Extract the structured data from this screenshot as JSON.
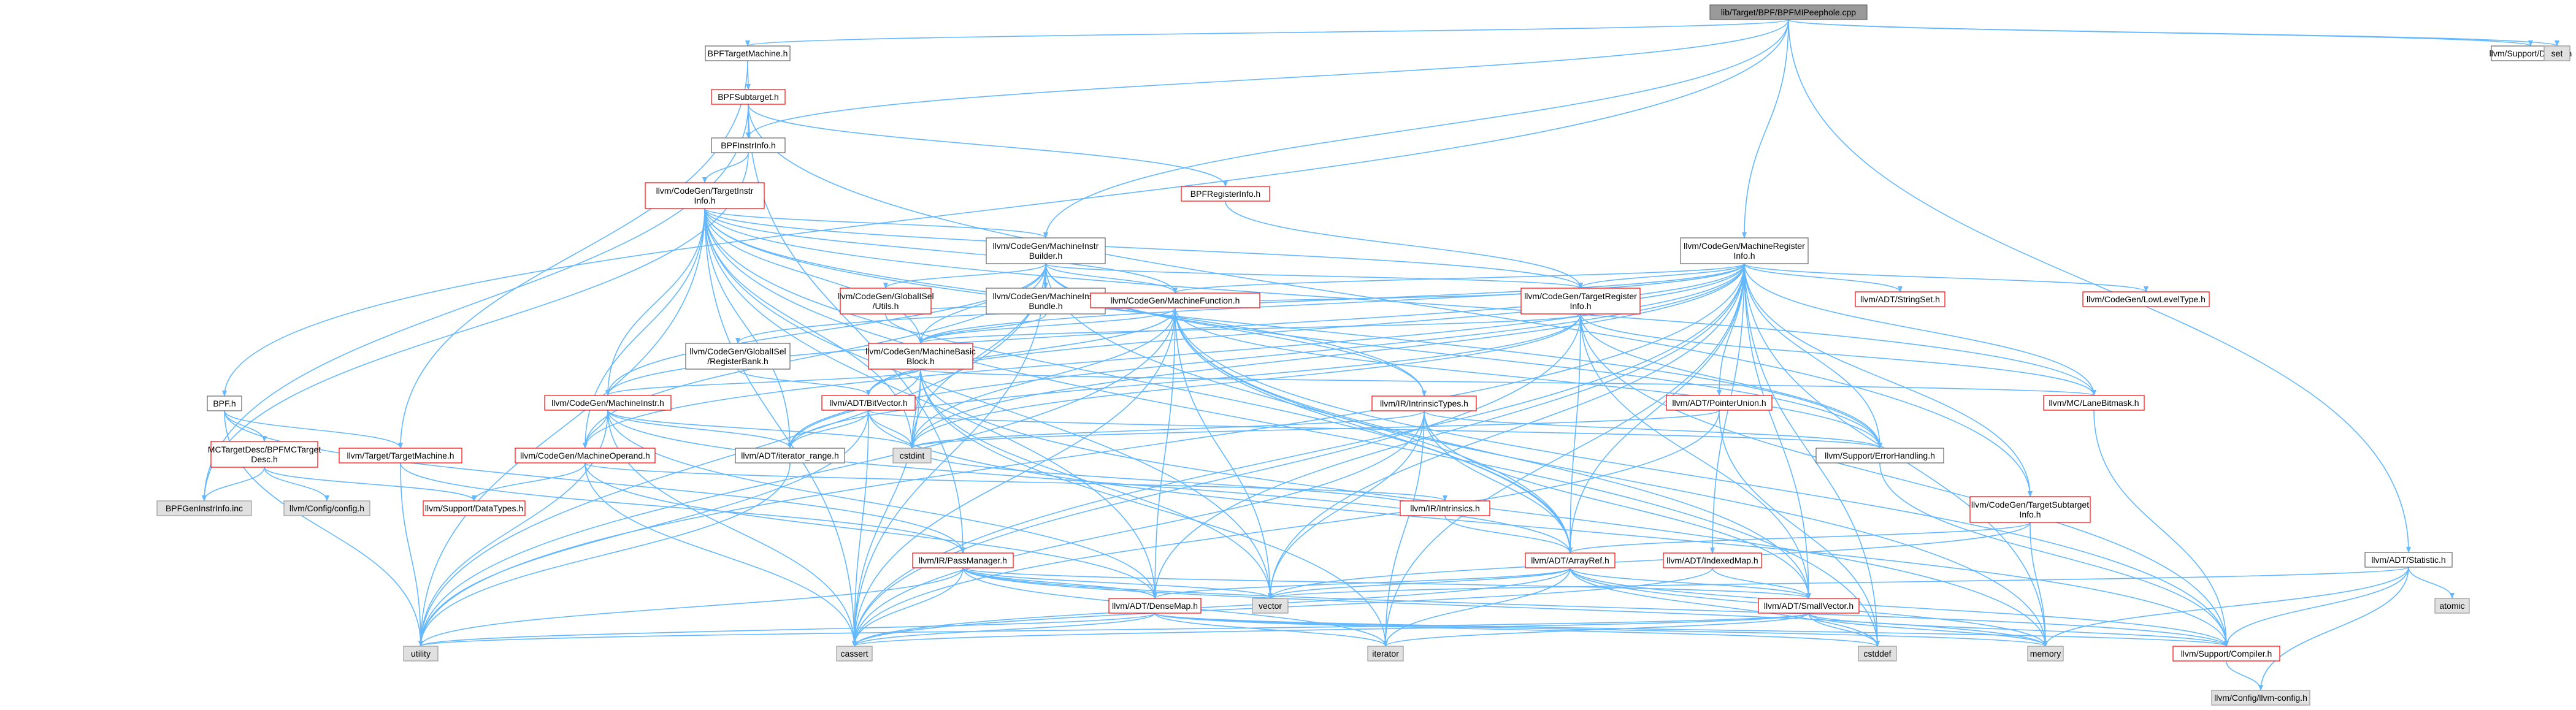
{
  "title": "lib/Target/BPF/BPFMIPeephole.cpp",
  "colors": {
    "edge": "#63b8ff",
    "root_fill": "#999999",
    "root_border": "#666666",
    "normal_fill": "#ffffff",
    "normal_border": "#666666",
    "linked_border": "#ff0000",
    "system_fill": "#e0e0e0",
    "system_border": "#999999"
  },
  "nodes": [
    {
      "id": "root",
      "label": "lib/Target/BPF/BPFMIPeephole.cpp",
      "kind": "root"
    },
    {
      "id": "bpftm",
      "label": "BPFTargetMachine.h",
      "kind": "normal"
    },
    {
      "id": "bpfsub",
      "label": "BPFSubtarget.h",
      "kind": "linked"
    },
    {
      "id": "bpfinstr",
      "label": "BPFInstrInfo.h",
      "kind": "normal"
    },
    {
      "id": "tii",
      "label": "llvm/CodeGen/TargetInstr\nInfo.h",
      "kind": "linked"
    },
    {
      "id": "bpfreg",
      "label": "BPFRegisterInfo.h",
      "kind": "linked"
    },
    {
      "id": "mib",
      "label": "llvm/CodeGen/MachineInstr\nBuilder.h",
      "kind": "normal"
    },
    {
      "id": "mri",
      "label": "llvm/CodeGen/MachineRegister\nInfo.h",
      "kind": "normal"
    },
    {
      "id": "debug",
      "label": "llvm/Support/Debug.h",
      "kind": "normal"
    },
    {
      "id": "set",
      "label": "set",
      "kind": "system"
    },
    {
      "id": "gisel",
      "label": "llvm/CodeGen/GlobalISel\n/Utils.h",
      "kind": "linked"
    },
    {
      "id": "mibundle",
      "label": "llvm/CodeGen/MachineInstr\nBundle.h",
      "kind": "normal"
    },
    {
      "id": "mf",
      "label": "llvm/CodeGen/MachineFunction.h",
      "kind": "linked"
    },
    {
      "id": "tri",
      "label": "llvm/CodeGen/TargetRegister\nInfo.h",
      "kind": "linked"
    },
    {
      "id": "strset",
      "label": "llvm/ADT/StringSet.h",
      "kind": "linked"
    },
    {
      "id": "llt",
      "label": "llvm/CodeGen/LowLevelType.h",
      "kind": "linked"
    },
    {
      "id": "rbank",
      "label": "llvm/CodeGen/GlobalISel\n/RegisterBank.h",
      "kind": "normal"
    },
    {
      "id": "mbb",
      "label": "llvm/CodeGen/MachineBasic\nBlock.h",
      "kind": "linked"
    },
    {
      "id": "bpfh",
      "label": "BPF.h",
      "kind": "normal"
    },
    {
      "id": "mi",
      "label": "llvm/CodeGen/MachineInstr.h",
      "kind": "linked"
    },
    {
      "id": "bitvec",
      "label": "llvm/ADT/BitVector.h",
      "kind": "linked"
    },
    {
      "id": "intrtypes",
      "label": "llvm/IR/IntrinsicTypes.h",
      "kind": "linked"
    },
    {
      "id": "ptrunion",
      "label": "llvm/ADT/PointerUnion.h",
      "kind": "linked"
    },
    {
      "id": "lanebit",
      "label": "llvm/MC/LaneBitmask.h",
      "kind": "linked"
    },
    {
      "id": "mcdesc",
      "label": "MCTargetDesc/BPFMCTarget\nDesc.h",
      "kind": "linked"
    },
    {
      "id": "tm",
      "label": "llvm/Target/TargetMachine.h",
      "kind": "linked"
    },
    {
      "id": "mop",
      "label": "llvm/CodeGen/MachineOperand.h",
      "kind": "linked"
    },
    {
      "id": "iterrange",
      "label": "llvm/ADT/iterator_range.h",
      "kind": "normal"
    },
    {
      "id": "cstdint",
      "label": "cstdint",
      "kind": "system"
    },
    {
      "id": "errh",
      "label": "llvm/Support/ErrorHandling.h",
      "kind": "normal"
    },
    {
      "id": "geninc",
      "label": "BPFGenInstrInfo.inc",
      "kind": "system"
    },
    {
      "id": "config",
      "label": "llvm/Config/config.h",
      "kind": "system"
    },
    {
      "id": "datatypes",
      "label": "llvm/Support/DataTypes.h",
      "kind": "linked"
    },
    {
      "id": "intrinsics",
      "label": "llvm/IR/Intrinsics.h",
      "kind": "linked"
    },
    {
      "id": "tsi",
      "label": "llvm/CodeGen/TargetSubtarget\nInfo.h",
      "kind": "linked"
    },
    {
      "id": "statistic",
      "label": "llvm/ADT/Statistic.h",
      "kind": "normal"
    },
    {
      "id": "passmgr",
      "label": "llvm/IR/PassManager.h",
      "kind": "linked"
    },
    {
      "id": "arrayref",
      "label": "llvm/ADT/ArrayRef.h",
      "kind": "linked"
    },
    {
      "id": "idxmap",
      "label": "llvm/ADT/IndexedMap.h",
      "kind": "linked"
    },
    {
      "id": "atomic",
      "label": "atomic",
      "kind": "system"
    },
    {
      "id": "vector",
      "label": "vector",
      "kind": "system"
    },
    {
      "id": "densemap",
      "label": "llvm/ADT/DenseMap.h",
      "kind": "linked"
    },
    {
      "id": "smallvec",
      "label": "llvm/ADT/SmallVector.h",
      "kind": "linked"
    },
    {
      "id": "utility",
      "label": "utility",
      "kind": "system"
    },
    {
      "id": "cassert",
      "label": "cassert",
      "kind": "system"
    },
    {
      "id": "iterator",
      "label": "iterator",
      "kind": "system"
    },
    {
      "id": "cstddef",
      "label": "cstddef",
      "kind": "system"
    },
    {
      "id": "memory",
      "label": "memory",
      "kind": "system"
    },
    {
      "id": "compiler",
      "label": "llvm/Support/Compiler.h",
      "kind": "linked"
    },
    {
      "id": "llvmconfig",
      "label": "llvm/Config/llvm-config.h",
      "kind": "system"
    }
  ],
  "edges": [
    [
      "root",
      "bpftm"
    ],
    [
      "root",
      "bpfinstr"
    ],
    [
      "root",
      "mib"
    ],
    [
      "root",
      "mri"
    ],
    [
      "root",
      "debug"
    ],
    [
      "root",
      "set"
    ],
    [
      "root",
      "bpfh"
    ],
    [
      "root",
      "statistic"
    ],
    [
      "bpftm",
      "bpfsub"
    ],
    [
      "bpftm",
      "tm"
    ],
    [
      "bpfsub",
      "bpfinstr"
    ],
    [
      "bpfsub",
      "bpfreg"
    ],
    [
      "bpfsub",
      "tsi"
    ],
    [
      "bpfsub",
      "geninc"
    ],
    [
      "bpfsub",
      "passmgr"
    ],
    [
      "bpfinstr",
      "tii"
    ],
    [
      "bpfinstr",
      "geninc"
    ],
    [
      "bpfreg",
      "tri"
    ],
    [
      "tii",
      "mib"
    ],
    [
      "tii",
      "mf"
    ],
    [
      "tii",
      "mbb"
    ],
    [
      "tii",
      "mi"
    ],
    [
      "tii",
      "mop"
    ],
    [
      "tii",
      "arrayref"
    ],
    [
      "tii",
      "densemap"
    ],
    [
      "tii",
      "cstdint"
    ],
    [
      "tii",
      "utility"
    ],
    [
      "tii",
      "cassert"
    ],
    [
      "tii",
      "intrtypes"
    ],
    [
      "tii",
      "tri"
    ],
    [
      "tii",
      "errh"
    ],
    [
      "tii",
      "lanebit"
    ],
    [
      "tii",
      "vector"
    ],
    [
      "tii",
      "cstddef"
    ],
    [
      "tii",
      "iterrange"
    ],
    [
      "mib",
      "mibundle"
    ],
    [
      "mib",
      "gisel"
    ],
    [
      "mib",
      "mf"
    ],
    [
      "mib",
      "tri"
    ],
    [
      "mib",
      "mi"
    ],
    [
      "mib",
      "mop"
    ],
    [
      "mib",
      "errh"
    ],
    [
      "mib",
      "cstdint"
    ],
    [
      "mib",
      "cassert"
    ],
    [
      "mib",
      "arrayref"
    ],
    [
      "mib",
      "mbb"
    ],
    [
      "mib",
      "intrtypes"
    ],
    [
      "mib",
      "utility"
    ],
    [
      "mri",
      "tri"
    ],
    [
      "mri",
      "mf"
    ],
    [
      "mri",
      "mbb"
    ],
    [
      "mri",
      "mi"
    ],
    [
      "mri",
      "mop"
    ],
    [
      "mri",
      "strset"
    ],
    [
      "mri",
      "llt"
    ],
    [
      "mri",
      "lanebit"
    ],
    [
      "mri",
      "ptrunion"
    ],
    [
      "mri",
      "bitvec"
    ],
    [
      "mri",
      "rbank"
    ],
    [
      "mri",
      "iterrange"
    ],
    [
      "mri",
      "idxmap"
    ],
    [
      "mri",
      "arrayref"
    ],
    [
      "mri",
      "smallvec"
    ],
    [
      "mri",
      "tsi"
    ],
    [
      "mri",
      "cassert"
    ],
    [
      "mri",
      "cstddef"
    ],
    [
      "mri",
      "cstdint"
    ],
    [
      "mri",
      "iterator"
    ],
    [
      "mri",
      "memory"
    ],
    [
      "mri",
      "utility"
    ],
    [
      "mri",
      "vector"
    ],
    [
      "mri",
      "errh"
    ],
    [
      "mri",
      "densemap"
    ],
    [
      "gisel",
      "mbb"
    ],
    [
      "gisel",
      "tri"
    ],
    [
      "mibundle",
      "mbb"
    ],
    [
      "mf",
      "mbb"
    ],
    [
      "mf",
      "bitvec"
    ],
    [
      "mf",
      "arrayref"
    ],
    [
      "mf",
      "densemap"
    ],
    [
      "mf",
      "smallvec"
    ],
    [
      "mf",
      "cassert"
    ],
    [
      "mf",
      "cstdint"
    ],
    [
      "mf",
      "memory"
    ],
    [
      "mf",
      "utility"
    ],
    [
      "mf",
      "vector"
    ],
    [
      "mf",
      "errh"
    ],
    [
      "mf",
      "compiler"
    ],
    [
      "tri",
      "mbb"
    ],
    [
      "tri",
      "lanebit"
    ],
    [
      "tri",
      "arrayref"
    ],
    [
      "tri",
      "smallvec"
    ],
    [
      "tri",
      "cassert"
    ],
    [
      "tri",
      "cstdint"
    ],
    [
      "tri",
      "compiler"
    ],
    [
      "tri",
      "errh"
    ],
    [
      "tri",
      "iterrange"
    ],
    [
      "rbank",
      "bitvec"
    ],
    [
      "mbb",
      "mi"
    ],
    [
      "mbb",
      "lanebit"
    ],
    [
      "mbb",
      "iterrange"
    ],
    [
      "mbb",
      "cassert"
    ],
    [
      "mbb",
      "cstdint"
    ],
    [
      "mbb",
      "iterator"
    ],
    [
      "mbb",
      "memory"
    ],
    [
      "mbb",
      "vector"
    ],
    [
      "bpfh",
      "mcdesc"
    ],
    [
      "bpfh",
      "tm"
    ],
    [
      "bpfh",
      "passmgr"
    ],
    [
      "bpfh",
      "utility"
    ],
    [
      "mi",
      "mop"
    ],
    [
      "mi",
      "iterrange"
    ],
    [
      "mi",
      "arrayref"
    ],
    [
      "mi",
      "densemap"
    ],
    [
      "mi",
      "cassert"
    ],
    [
      "mi",
      "cstdint"
    ],
    [
      "mi",
      "utility"
    ],
    [
      "bitvec",
      "iterrange"
    ],
    [
      "bitvec",
      "cstdint"
    ],
    [
      "bitvec",
      "cassert"
    ],
    [
      "bitvec",
      "utility"
    ],
    [
      "bitvec",
      "errh"
    ],
    [
      "bitvec",
      "compiler"
    ],
    [
      "intrtypes",
      "arrayref"
    ],
    [
      "intrtypes",
      "smallvec"
    ],
    [
      "intrtypes",
      "cstdint"
    ],
    [
      "intrtypes",
      "errh"
    ],
    [
      "intrtypes",
      "iterator"
    ],
    [
      "intrtypes",
      "vector"
    ],
    [
      "intrtypes",
      "cassert"
    ],
    [
      "ptrunion",
      "cassert"
    ],
    [
      "ptrunion",
      "cstddef"
    ],
    [
      "ptrunion",
      "cstdint"
    ],
    [
      "lanebit",
      "compiler"
    ],
    [
      "mcdesc",
      "config"
    ],
    [
      "mcdesc",
      "datatypes"
    ],
    [
      "mcdesc",
      "geninc"
    ],
    [
      "tm",
      "passmgr"
    ],
    [
      "tm",
      "utility"
    ],
    [
      "mop",
      "intrinsics"
    ],
    [
      "mop",
      "datatypes"
    ],
    [
      "mop",
      "cassert"
    ],
    [
      "mop",
      "densemap"
    ],
    [
      "iterrange",
      "utility"
    ],
    [
      "errh",
      "compiler"
    ],
    [
      "intrinsics",
      "arrayref"
    ],
    [
      "intrinsics",
      "cstdint"
    ],
    [
      "tsi",
      "arrayref"
    ],
    [
      "tsi",
      "memory"
    ],
    [
      "tsi",
      "vector"
    ],
    [
      "statistic",
      "compiler"
    ],
    [
      "statistic",
      "llvmconfig"
    ],
    [
      "statistic",
      "atomic"
    ],
    [
      "statistic",
      "memory"
    ],
    [
      "statistic",
      "vector"
    ],
    [
      "passmgr",
      "densemap"
    ],
    [
      "passmgr",
      "smallvec"
    ],
    [
      "passmgr",
      "compiler"
    ],
    [
      "passmgr",
      "cassert"
    ],
    [
      "passmgr",
      "iterator"
    ],
    [
      "passmgr",
      "memory"
    ],
    [
      "passmgr",
      "utility"
    ],
    [
      "passmgr",
      "vector"
    ],
    [
      "arrayref",
      "smallvec"
    ],
    [
      "arrayref",
      "compiler"
    ],
    [
      "arrayref",
      "cassert"
    ],
    [
      "arrayref",
      "cstddef"
    ],
    [
      "arrayref",
      "iterator"
    ],
    [
      "arrayref",
      "memory"
    ],
    [
      "arrayref",
      "vector"
    ],
    [
      "arrayref",
      "densemap"
    ],
    [
      "idxmap",
      "smallvec"
    ],
    [
      "idxmap",
      "cassert"
    ],
    [
      "densemap",
      "compiler"
    ],
    [
      "densemap",
      "cassert"
    ],
    [
      "densemap",
      "cstddef"
    ],
    [
      "densemap",
      "iterator"
    ],
    [
      "densemap",
      "utility"
    ],
    [
      "densemap",
      "memory"
    ],
    [
      "smallvec",
      "compiler"
    ],
    [
      "smallvec",
      "cassert"
    ],
    [
      "smallvec",
      "cstddef"
    ],
    [
      "smallvec",
      "iterator"
    ],
    [
      "smallvec",
      "memory"
    ],
    [
      "smallvec",
      "utility"
    ],
    [
      "compiler",
      "llvmconfig"
    ]
  ]
}
